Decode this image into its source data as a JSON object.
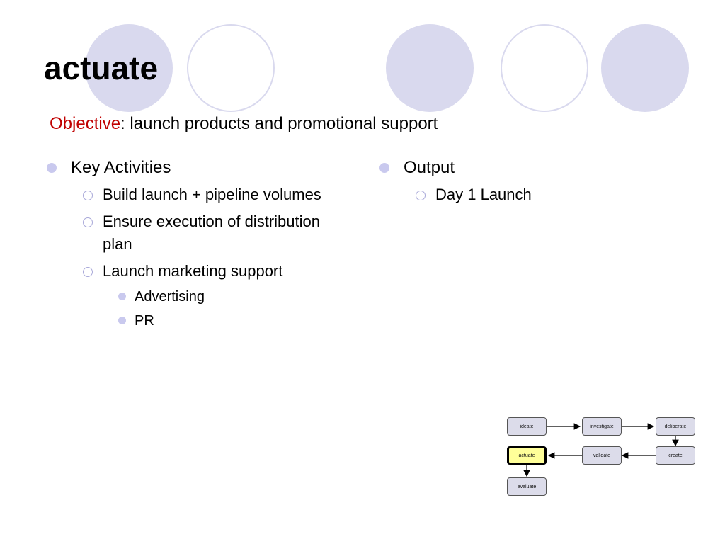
{
  "slide": {
    "title": "actuate",
    "objective_label": "Objective",
    "objective_text": ":  launch products and promotional support"
  },
  "left": {
    "heading": "Key Activities",
    "items": [
      "Build launch + pipeline volumes",
      "Ensure execution of distribution plan",
      "Launch marketing support"
    ],
    "subitems": [
      "Advertising",
      "PR"
    ]
  },
  "right": {
    "heading": "Output",
    "items": [
      "Day 1 Launch"
    ]
  },
  "flow": {
    "nodes": [
      "ideate",
      "investigate",
      "deliberate",
      "create",
      "validate",
      "actuate",
      "evaluate"
    ],
    "active": "actuate",
    "highlight_color": "#ffff99"
  },
  "colors": {
    "objective_label": "#c00000",
    "decor_circle": "#d9d9ee",
    "bullet": "#c9c9ee"
  }
}
